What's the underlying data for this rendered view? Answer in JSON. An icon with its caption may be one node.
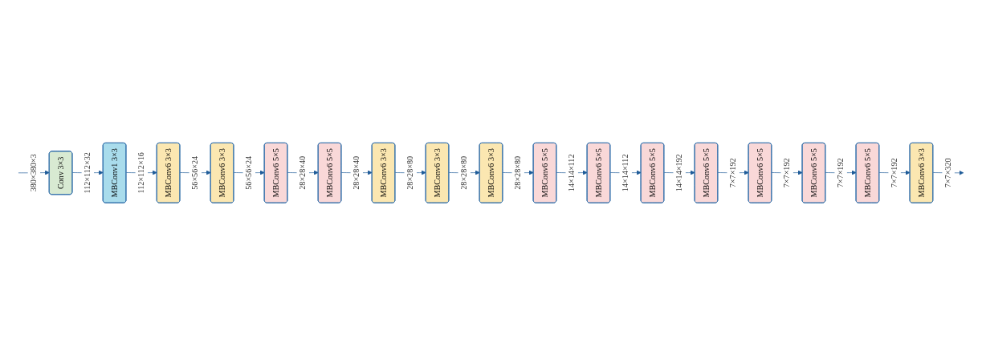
{
  "diagram": {
    "nodes": [
      {
        "text": [
          "Conv 3×3"
        ]
      },
      {
        "text": [
          "MBConv1 3×3"
        ]
      },
      {
        "text": [
          "MBConv6 3×3"
        ]
      },
      {
        "text": [
          "MBConv6 3×3"
        ]
      },
      {
        "text": [
          "MBConv6 5×5"
        ]
      },
      {
        "text": [
          "MBConv6 5×5"
        ]
      },
      {
        "text": [
          "MBConv6 3×3"
        ]
      },
      {
        "text": [
          "MBConv6 3×3"
        ]
      },
      {
        "text": [
          "MBConv6 3×3"
        ]
      },
      {
        "text": [
          "MBConv6 5×5"
        ]
      },
      {
        "text": [
          "MBConv6 5×5"
        ]
      },
      {
        "text": [
          "MBConv6 5×5"
        ]
      },
      {
        "text": [
          "MBConv6 5×5"
        ]
      },
      {
        "text": [
          "MBConv6 5×5"
        ]
      },
      {
        "text": [
          "MBConv6 5×5"
        ]
      },
      {
        "text": [
          "MBConv6 5×5"
        ]
      },
      {
        "text": [
          "MBConv6 3×3"
        ]
      }
    ],
    "edges": [
      {
        "from": null,
        "to": 0,
        "arrow": "to",
        "label": "380×380×3"
      },
      {
        "from": 0,
        "to": 1,
        "arrow": "to",
        "label": "112×112×32"
      },
      {
        "from": 1,
        "to": 2,
        "arrow": "to",
        "label": "112×112×16"
      },
      {
        "from": 2,
        "to": 3,
        "arrow": "to",
        "label": "56×56×24"
      },
      {
        "from": 3,
        "to": 4,
        "arrow": "to",
        "label": "56×56×24"
      },
      {
        "from": 4,
        "to": 5,
        "arrow": "to",
        "label": "28×28×40"
      },
      {
        "from": 5,
        "to": 6,
        "arrow": "to",
        "label": "28×28×40"
      },
      {
        "from": 6,
        "to": 7,
        "arrow": "to",
        "label": "28×28×80"
      },
      {
        "from": 7,
        "to": 8,
        "arrow": "to",
        "label": "28×28×80"
      },
      {
        "from": 8,
        "to": 9,
        "arrow": "to",
        "label": "28×28×80"
      },
      {
        "from": 9,
        "to": 10,
        "arrow": "to",
        "label": "14×14×112"
      },
      {
        "from": 10,
        "to": 11,
        "arrow": "to",
        "label": "14×14×112"
      },
      {
        "from": 11,
        "to": 12,
        "arrow": "to",
        "label": "14×14×192"
      },
      {
        "from": 12,
        "to": 13,
        "arrow": "to",
        "label": "7×7×192"
      },
      {
        "from": 13,
        "to": 14,
        "arrow": "to",
        "label": "7×7×192"
      },
      {
        "from": 14,
        "to": 15,
        "arrow": "to",
        "label": "7×7×192"
      },
      {
        "from": 15,
        "to": 16,
        "arrow": "to",
        "label": "7×7×192"
      },
      {
        "from": 16,
        "to": null,
        "arrow": "to",
        "label": "7×7×320"
      }
    ]
  }
}
